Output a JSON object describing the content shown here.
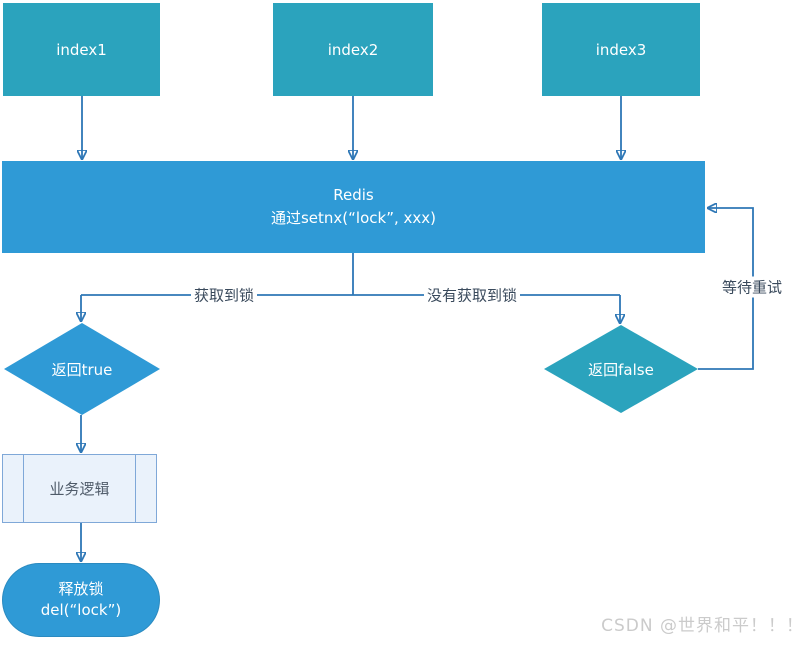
{
  "diagram": {
    "nodes": {
      "index1": {
        "label": "index1"
      },
      "index2": {
        "label": "index2"
      },
      "index3": {
        "label": "index3"
      },
      "redis": {
        "title": "Redis",
        "subtitle": "通过setnx(“lock”, xxx)"
      },
      "return_true": {
        "label": "返回true"
      },
      "return_false": {
        "label": "返回false"
      },
      "business_logic": {
        "label": "业务逻辑"
      },
      "release_lock": {
        "line1": "释放锁",
        "line2": "del(“lock”)"
      }
    },
    "edge_labels": {
      "acquired": "获取到锁",
      "not_acquired": "没有获取到锁",
      "retry": "等待重试"
    },
    "watermark": "CSDN @世界和平！！！"
  },
  "colors": {
    "teal": "#2BA3BD",
    "blue": "#2F9AD6",
    "line": "#2E77B6",
    "process_fill": "#EAF2FB",
    "process_border": "#7FA8D8",
    "process_text": "#4F5B69",
    "edge_label_text": "#3A4A5C",
    "node_text": "#FFFFFF",
    "watermark_text": "#CBCBCB",
    "background": "#FFFFFF"
  }
}
